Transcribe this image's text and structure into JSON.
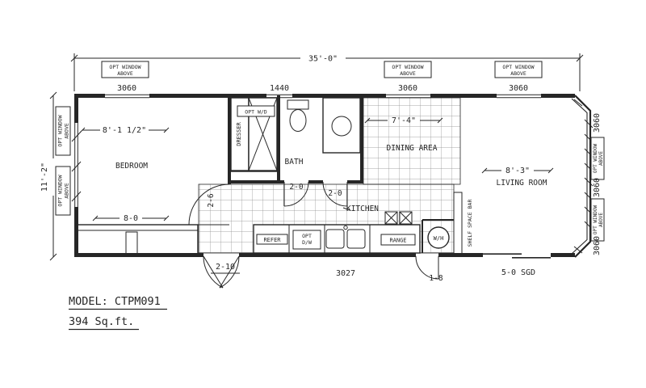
{
  "drawing": {
    "model": "MODEL: CTPM091",
    "area": "394 Sq.ft."
  },
  "dims": {
    "overall_width": "35'-0\"",
    "overall_height": "11'-2\"",
    "bedroom_width": "8'-1 1/2\"",
    "dining_width": "7'-4\"",
    "living_width": "8'-3\"",
    "closet_width": "8-0"
  },
  "rooms": {
    "bedroom": "BEDROOM",
    "bath": "BATH",
    "kitchen": "KITCHEN",
    "dining": "DINING AREA",
    "living": "LIVING ROOM"
  },
  "windows": {
    "size_3060": "3060",
    "size_1440": "1440",
    "opt_line1": "OPT WINDOW",
    "opt_line2": "ABOVE"
  },
  "doors": {
    "entry": "2-10",
    "bedroom": "2-6",
    "bath_hall": "2-0",
    "bath_kitchen": "2-0",
    "utility": "1-8",
    "patio": "5-0 SGD"
  },
  "fixtures": {
    "dresser": "DRESSER",
    "opt_washer_dryer": "OPT W/D",
    "refrigerator": "REFER",
    "opt_dishwasher_line1": "OPT",
    "opt_dishwasher_line2": "D/W",
    "sink_size": "3027",
    "range": "RANGE",
    "water_heater": "W/H",
    "bar": "SHELF SPACE BAR"
  }
}
